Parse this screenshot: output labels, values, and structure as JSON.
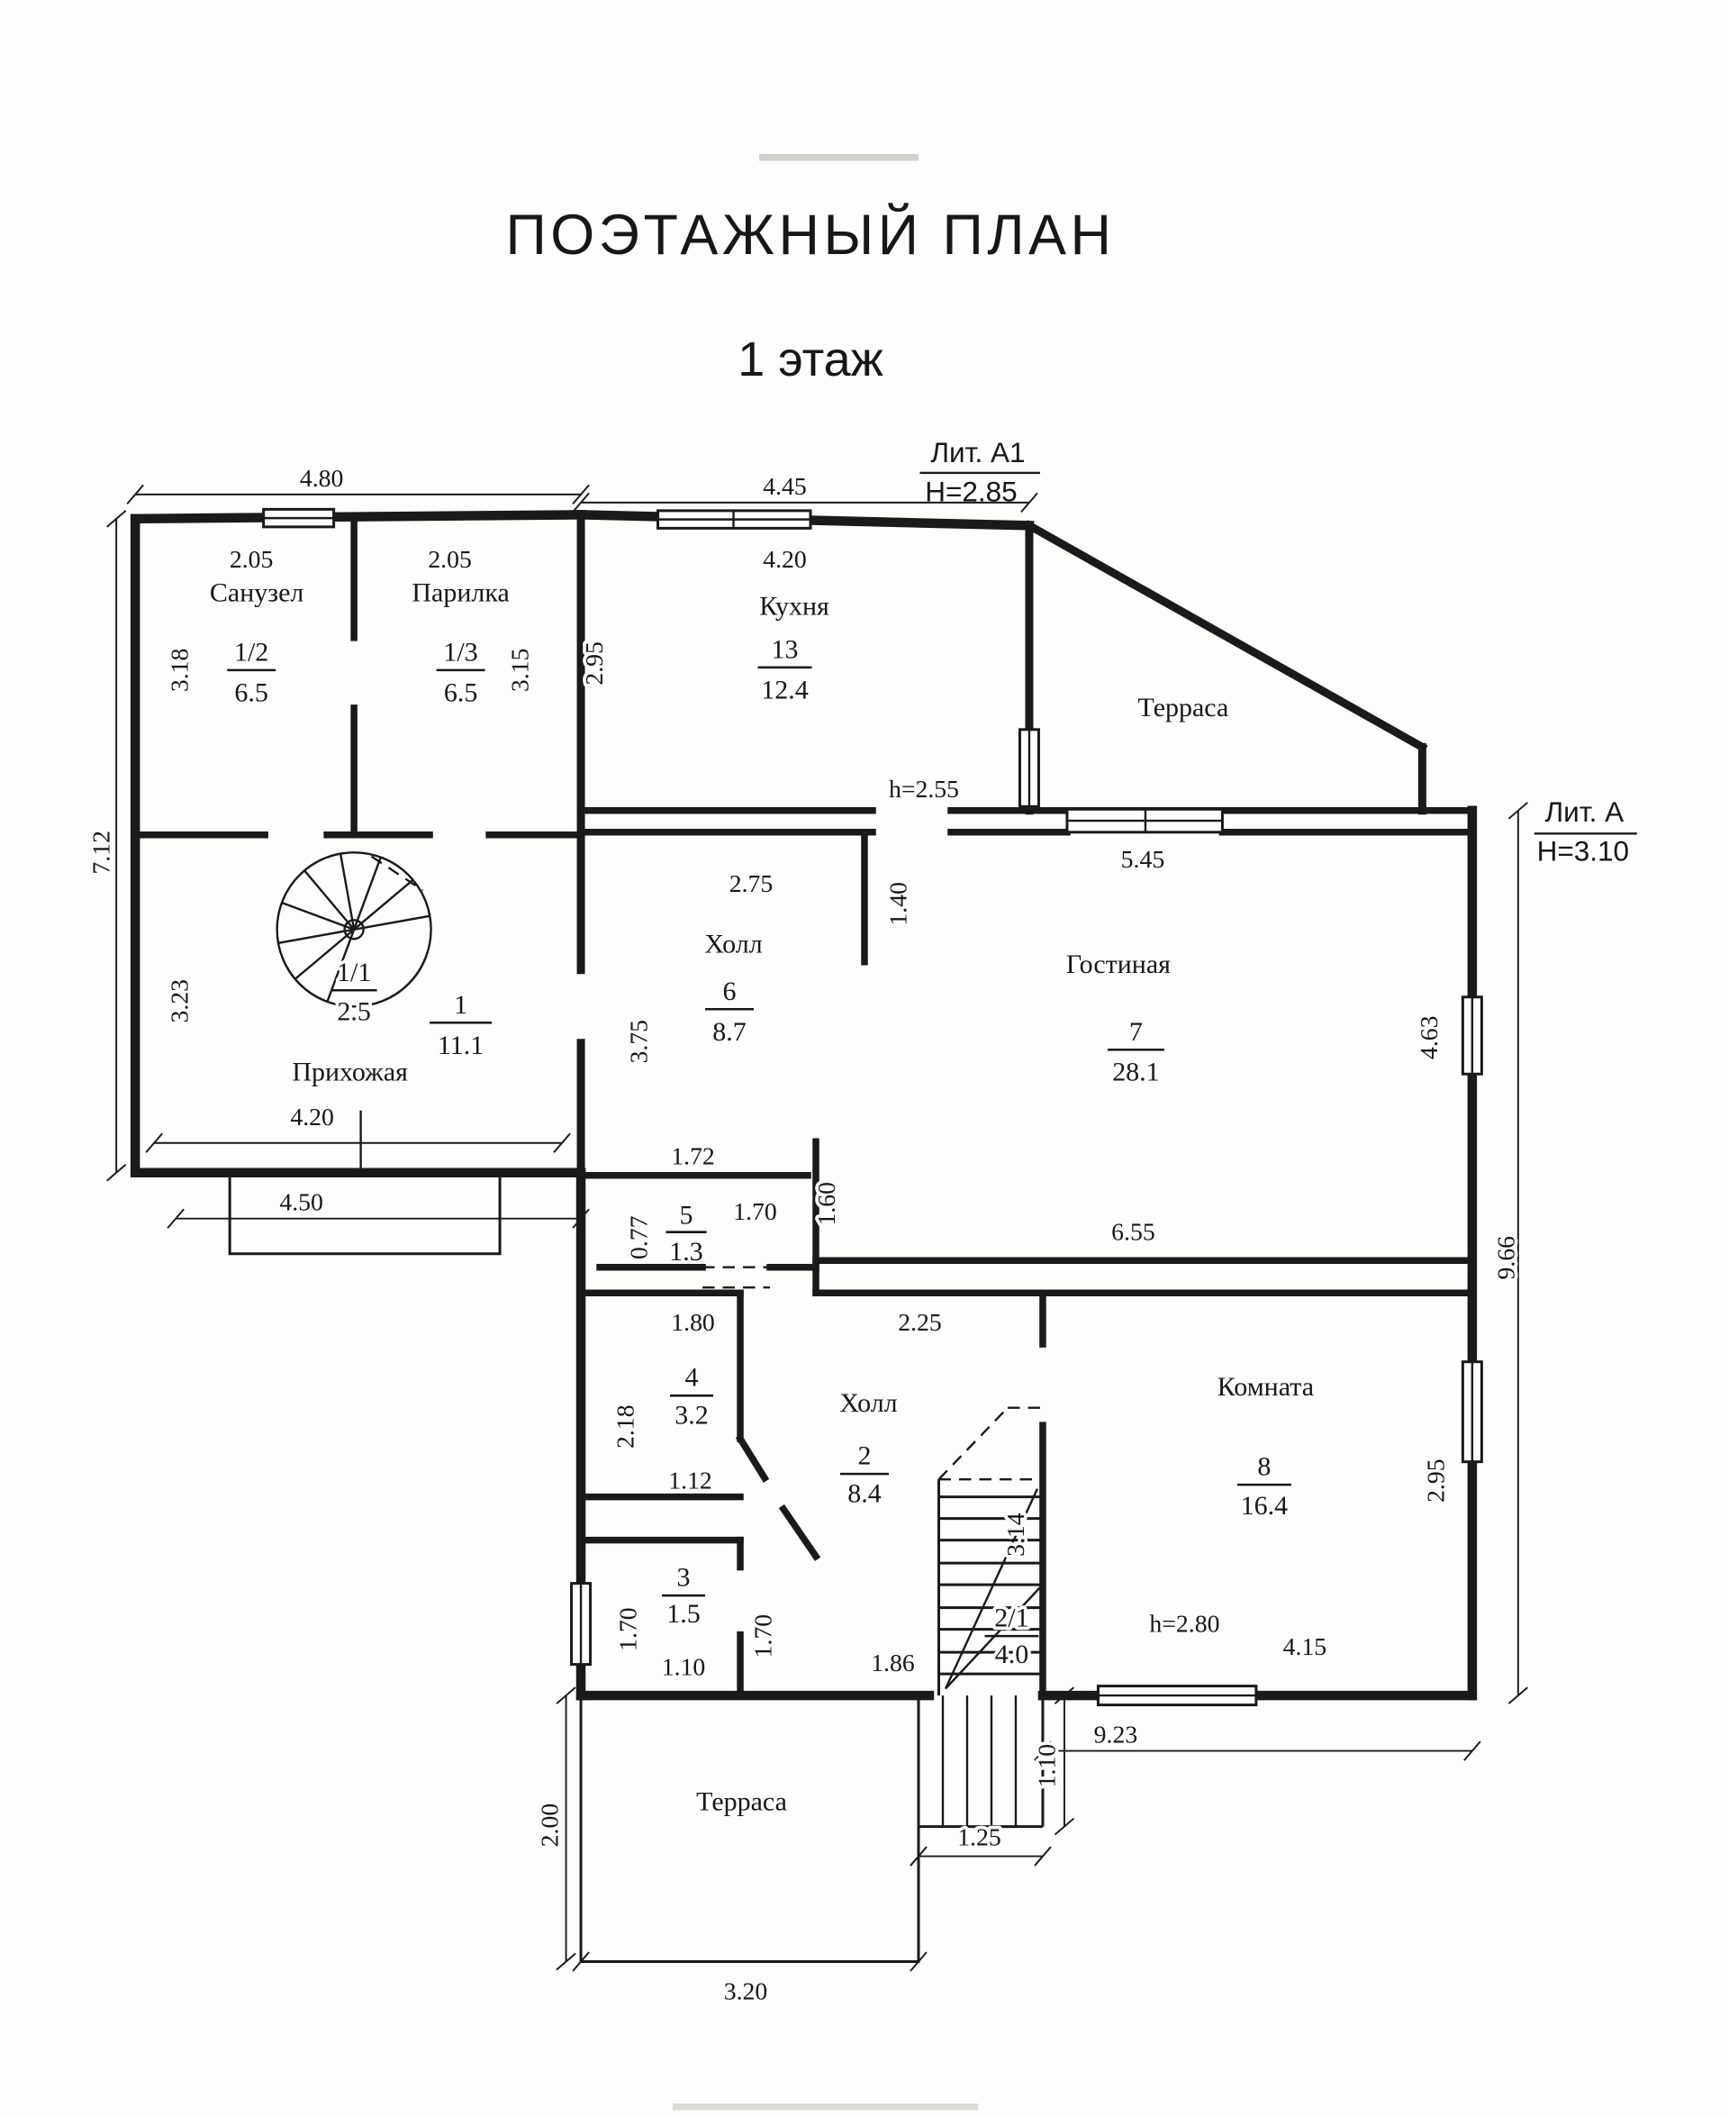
{
  "page": {
    "title": "ПОЭТАЖНЫЙ ПЛАН",
    "subtitle": "1 этаж"
  },
  "legend": {
    "lit_a1": {
      "name": "Лит.  А1",
      "height": "Н=2.85"
    },
    "lit_a": {
      "name": "Лит.  А",
      "height": "Н=3.10"
    }
  },
  "rooms": {
    "sanuzel": {
      "name": "Санузел",
      "num": "1/2",
      "area": "6.5"
    },
    "parilka": {
      "name": "Парилка",
      "num": "1/3",
      "area": "6.5"
    },
    "kitchen": {
      "name": "Кухня",
      "num": "13",
      "area": "12.4",
      "ceiling": "h=2.55"
    },
    "terrace_top": {
      "name": "Терраса"
    },
    "hall_6": {
      "name": "Холл",
      "num": "6",
      "area": "8.7"
    },
    "living": {
      "name": "Гостиная",
      "num": "7",
      "area": "28.1"
    },
    "entry": {
      "name": "Прихожая",
      "num": "1",
      "area": "11.1"
    },
    "stair_1": {
      "num": "1/1",
      "area": "2.5"
    },
    "closet_5": {
      "num": "5",
      "area": "1.3"
    },
    "closet_4": {
      "num": "4",
      "area": "3.2"
    },
    "hall_2": {
      "name": "Холл",
      "num": "2",
      "area": "8.4"
    },
    "room_8": {
      "name": "Комната",
      "num": "8",
      "area": "16.4",
      "ceiling": "h=2.80"
    },
    "closet_3": {
      "num": "3",
      "area": "1.5"
    },
    "stair_21": {
      "num": "2/1",
      "area": "4.0"
    },
    "terrace_bottom": {
      "name": "Терраса"
    }
  },
  "dims": {
    "top_block_w": "4.80",
    "kitchen_top_w": "4.45",
    "sanuzel_w": "2.05",
    "parilka_w": "2.05",
    "kitchen_w": "4.20",
    "sanuzel_h": "3.18",
    "parilka_h": "3.15",
    "kitchen_h": "2.95",
    "hall6_w": "2.75",
    "stub_h": "1.40",
    "living_top_w": "5.45",
    "hall6_h": "3.75",
    "living_h": "4.63",
    "left_h": "7.12",
    "entry_left_h": "3.23",
    "entry_w": "4.20",
    "porch_w": "4.50",
    "closet5_w": "1.72",
    "closet5_w2": "1.70",
    "closet5_h": "0.77",
    "wall_stub2_h": "1.60",
    "living_bottom_w": "6.55",
    "right_h": "9.66",
    "closet4_top_w": "1.80",
    "hall2_top_w": "2.25",
    "closet4_h": "2.18",
    "closet4_bottom_w": "1.12",
    "stair_h": "3.14",
    "room8_h": "2.95",
    "closet3_h": "1.70",
    "corridor_h": "1.70",
    "closet3_w": "1.10",
    "stair_w": "1.86",
    "room8_w": "4.15",
    "bottom_w": "9.23",
    "steps_h": "1.10",
    "steps_w": "1.25",
    "terrace2_h": "2.00",
    "terrace2_w": "3.20"
  }
}
